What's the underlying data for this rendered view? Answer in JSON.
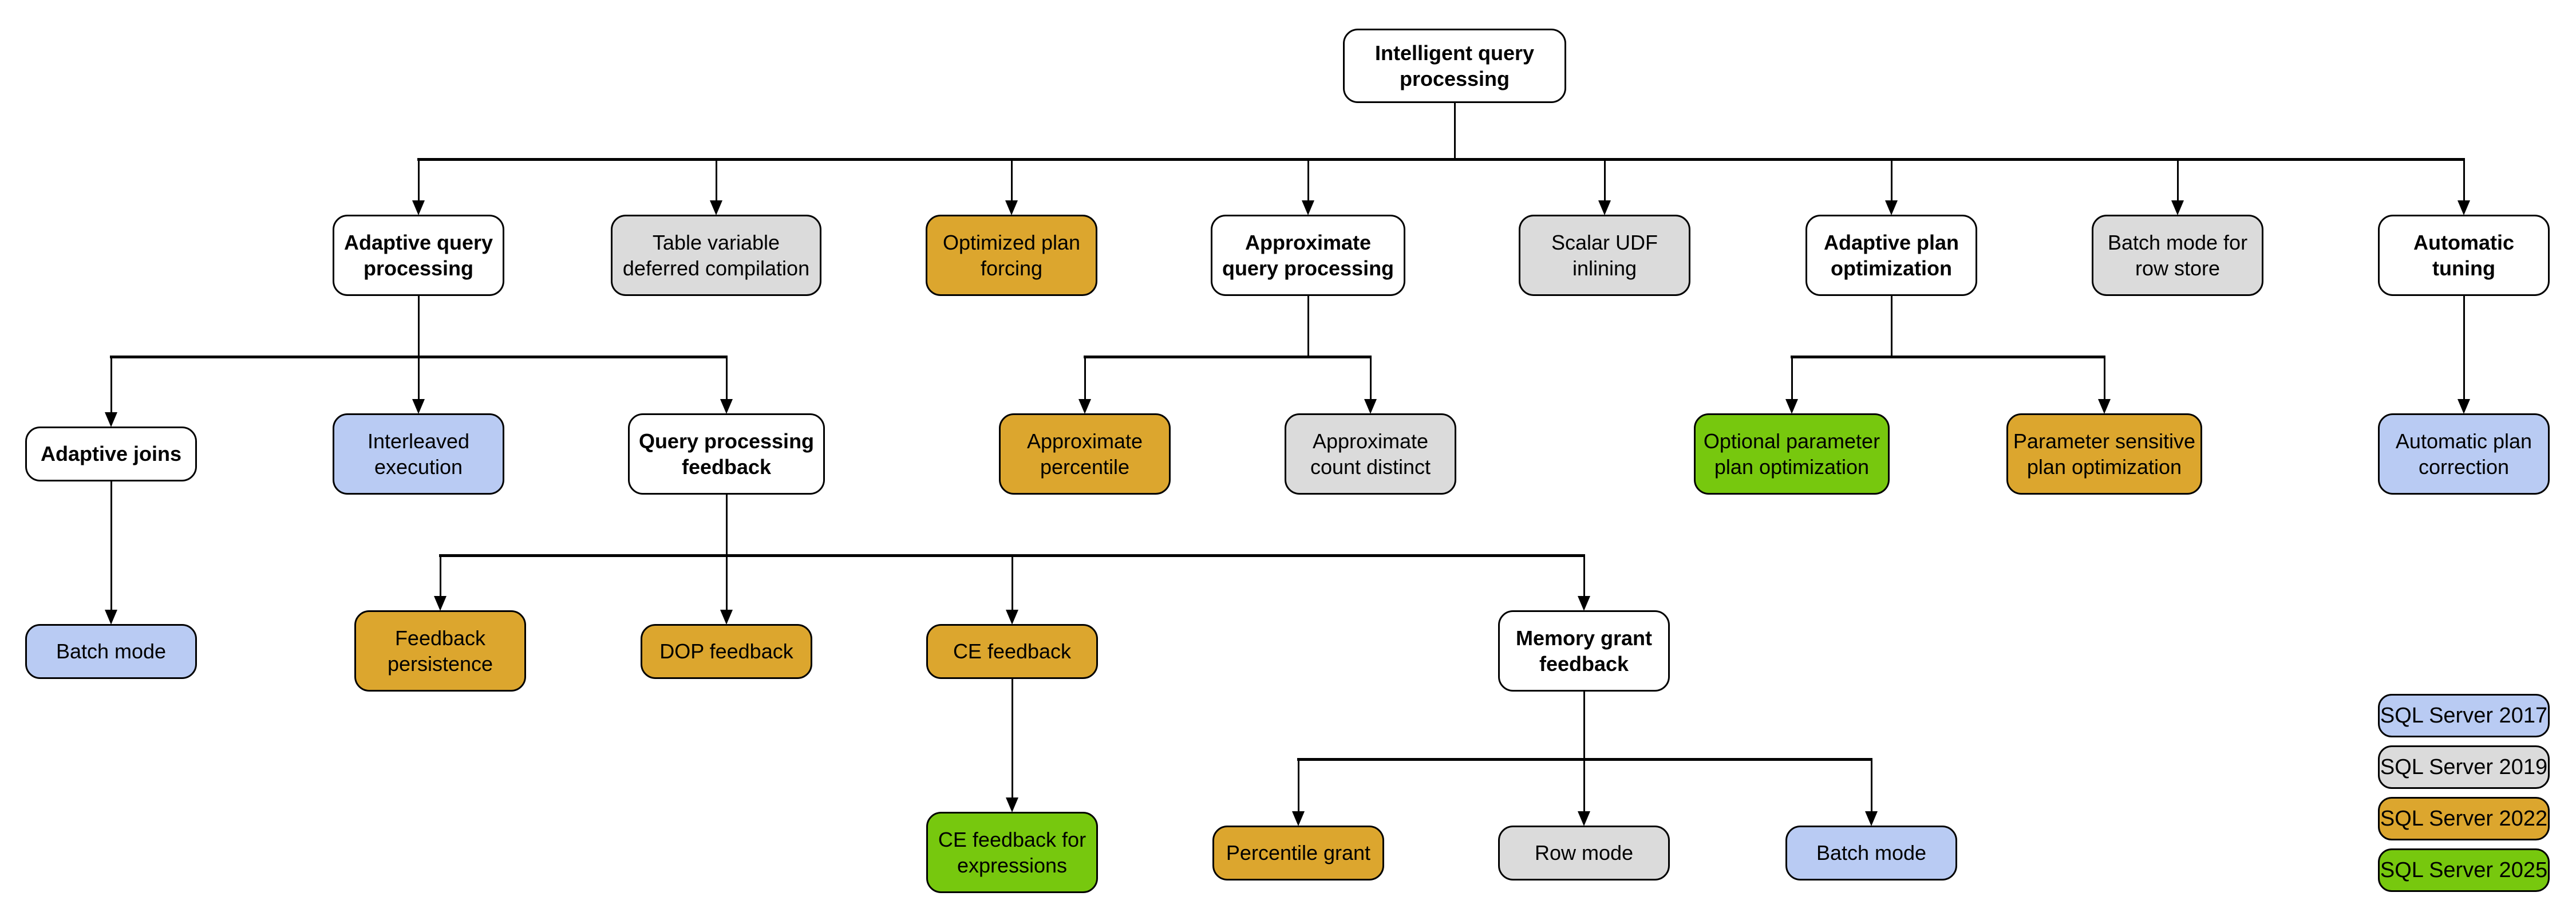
{
  "diagram": {
    "background_color": "#ffffff",
    "line_color": "#000000",
    "text_color": "#000000",
    "versions": {
      "category": "#ffffff",
      "2017": "#b9cbf3",
      "2019": "#dbdbdb",
      "2022": "#dca62e",
      "2025": "#77c80e"
    },
    "nodes": [
      {
        "id": "intelligent-query-processing",
        "label": "Intelligent query\nprocessing",
        "type": "category"
      },
      {
        "id": "adaptive-query-processing",
        "label": "Adaptive query\nprocessing",
        "type": "category"
      },
      {
        "id": "table-variable-deferred-compilation",
        "label": "Table variable\ndeferred compilation",
        "type": "2019"
      },
      {
        "id": "optimized-plan-forcing",
        "label": "Optimized plan\nforcing",
        "type": "2022"
      },
      {
        "id": "approximate-query-processing",
        "label": "Approximate\nquery processing",
        "type": "category"
      },
      {
        "id": "scalar-udf-inlining",
        "label": "Scalar UDF\ninlining",
        "type": "2019"
      },
      {
        "id": "adaptive-plan-optimization",
        "label": "Adaptive plan\noptimization",
        "type": "category"
      },
      {
        "id": "batch-mode-for-row-store",
        "label": "Batch mode for\nrow store",
        "type": "2019"
      },
      {
        "id": "automatic-tuning",
        "label": "Automatic\ntuning",
        "type": "category"
      },
      {
        "id": "adaptive-joins",
        "label": "Adaptive joins",
        "type": "category"
      },
      {
        "id": "interleaved-execution",
        "label": "Interleaved\nexecution",
        "type": "2017"
      },
      {
        "id": "query-processing-feedback",
        "label": "Query processing\nfeedback",
        "type": "category"
      },
      {
        "id": "approximate-percentile",
        "label": "Approximate\npercentile",
        "type": "2022"
      },
      {
        "id": "approximate-count-distinct",
        "label": "Approximate\ncount distinct",
        "type": "2019"
      },
      {
        "id": "optional-parameter-plan-optimization",
        "label": "Optional parameter\nplan optimization",
        "type": "2025"
      },
      {
        "id": "parameter-sensitive-plan-optimization",
        "label": "Parameter sensitive\nplan optimization",
        "type": "2022"
      },
      {
        "id": "automatic-plan-correction",
        "label": "Automatic plan\ncorrection",
        "type": "2017"
      },
      {
        "id": "batch-mode-adaptive-joins",
        "label": "Batch mode",
        "type": "2017"
      },
      {
        "id": "feedback-persistence",
        "label": "Feedback\npersistence",
        "type": "2022"
      },
      {
        "id": "dop-feedback",
        "label": "DOP feedback",
        "type": "2022"
      },
      {
        "id": "ce-feedback",
        "label": "CE feedback",
        "type": "2022"
      },
      {
        "id": "memory-grant-feedback",
        "label": "Memory grant\nfeedback",
        "type": "category"
      },
      {
        "id": "ce-feedback-for-expressions",
        "label": "CE feedback for\nexpressions",
        "type": "2025"
      },
      {
        "id": "percentile-grant",
        "label": "Percentile grant",
        "type": "2022"
      },
      {
        "id": "row-mode",
        "label": "Row mode",
        "type": "2019"
      },
      {
        "id": "batch-mode-memory-grant",
        "label": "Batch mode",
        "type": "2017"
      }
    ],
    "edges": [
      {
        "parent": "intelligent-query-processing",
        "children": [
          "adaptive-query-processing",
          "table-variable-deferred-compilation",
          "optimized-plan-forcing",
          "approximate-query-processing",
          "scalar-udf-inlining",
          "adaptive-plan-optimization",
          "batch-mode-for-row-store",
          "automatic-tuning"
        ]
      },
      {
        "parent": "adaptive-query-processing",
        "children": [
          "adaptive-joins",
          "interleaved-execution",
          "query-processing-feedback"
        ]
      },
      {
        "parent": "approximate-query-processing",
        "children": [
          "approximate-percentile",
          "approximate-count-distinct"
        ]
      },
      {
        "parent": "adaptive-plan-optimization",
        "children": [
          "optional-parameter-plan-optimization",
          "parameter-sensitive-plan-optimization"
        ]
      },
      {
        "parent": "automatic-tuning",
        "children": [
          "automatic-plan-correction"
        ]
      },
      {
        "parent": "adaptive-joins",
        "children": [
          "batch-mode-adaptive-joins"
        ]
      },
      {
        "parent": "query-processing-feedback",
        "children": [
          "feedback-persistence",
          "dop-feedback",
          "ce-feedback",
          "memory-grant-feedback"
        ]
      },
      {
        "parent": "ce-feedback",
        "children": [
          "ce-feedback-for-expressions"
        ]
      },
      {
        "parent": "memory-grant-feedback",
        "children": [
          "percentile-grant",
          "row-mode",
          "batch-mode-memory-grant"
        ]
      }
    ],
    "legend": [
      {
        "label": "SQL Server 2017",
        "type": "2017"
      },
      {
        "label": "SQL Server 2019",
        "type": "2019"
      },
      {
        "label": "SQL Server 2022",
        "type": "2022"
      },
      {
        "label": "SQL Server 2025",
        "type": "2025"
      }
    ]
  }
}
